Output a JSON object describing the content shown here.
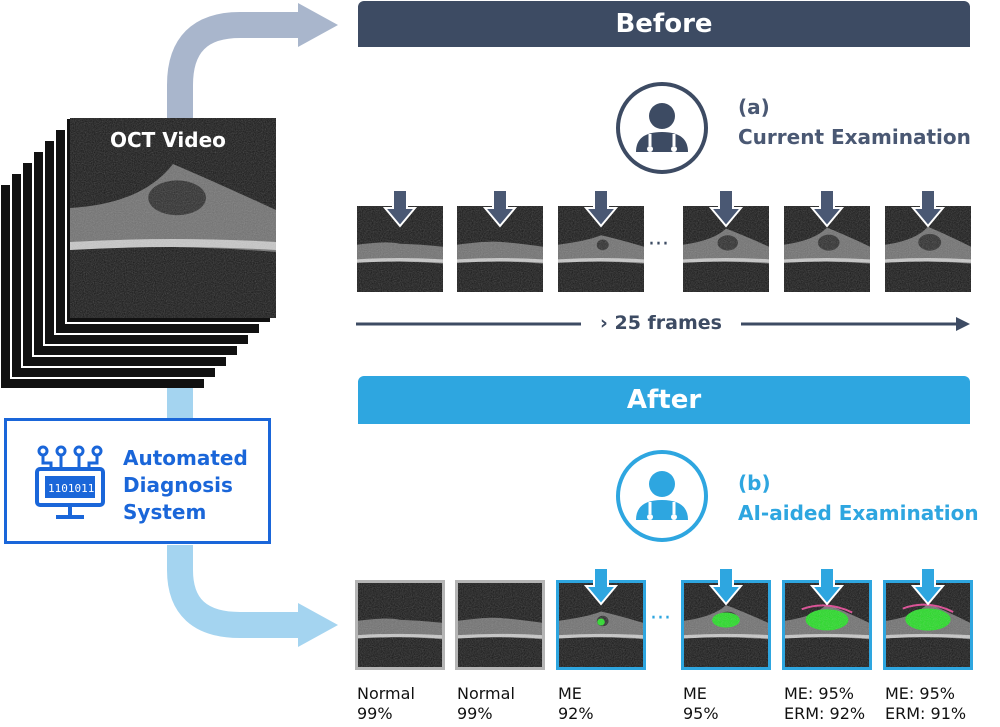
{
  "video_label": "OCT Video",
  "system": {
    "line1": "Automated",
    "line2": "Diagnosis",
    "line3": "System"
  },
  "before": {
    "banner": "Before",
    "tag": "(a)",
    "title": "Current Examination",
    "frames_label": "25 frames",
    "ellipsis": "···"
  },
  "after": {
    "banner": "After",
    "tag": "(b)",
    "title": "AI-aided Examination",
    "ellipsis": "···",
    "results": [
      {
        "line1": "Normal",
        "line2": "99%"
      },
      {
        "line1": "Normal",
        "line2": "99%"
      },
      {
        "line1": "ME",
        "line2": "92%"
      },
      {
        "line1": "ME",
        "line2": "95%"
      },
      {
        "line1": "ME: 95%",
        "line2": "ERM: 92%"
      },
      {
        "line1": "ME: 95%",
        "line2": "ERM: 91%"
      }
    ]
  },
  "colors": {
    "before_banner": "#3d4b63",
    "after_banner": "#2ea6e0",
    "ai_blue": "#1a66d9",
    "gray_arrow": "#a9b6cc",
    "light_blue_arrow": "#a4d4f0",
    "segmentation_green": "#22dd22"
  }
}
